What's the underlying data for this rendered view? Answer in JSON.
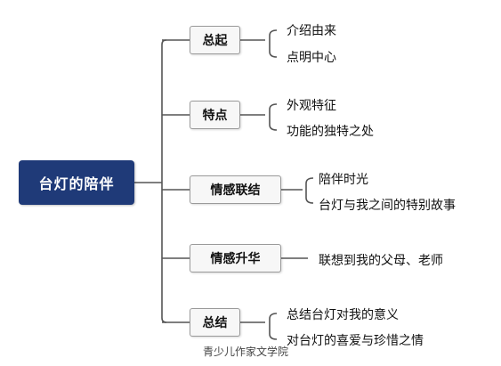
{
  "root": {
    "label": "台灯的陪伴"
  },
  "branches": [
    {
      "label": "总起",
      "leaves": [
        "介绍由来",
        "点明中心"
      ]
    },
    {
      "label": "特点",
      "leaves": [
        "外观特征",
        "功能的独特之处"
      ]
    },
    {
      "label": "情感联结",
      "leaves": [
        "陪伴时光",
        "台灯与我之间的特别故事"
      ]
    },
    {
      "label": "情感升华",
      "leaves": [
        "联想到我的父母、老师"
      ]
    },
    {
      "label": "总结",
      "leaves": [
        "总结台灯对我的意义",
        "对台灯的喜爱与珍惜之情"
      ]
    }
  ],
  "footer": "青少儿作家文学院",
  "colors": {
    "root_fill": "#1f3a78",
    "line": "#555555",
    "branch_border": "#9a9a9a"
  }
}
